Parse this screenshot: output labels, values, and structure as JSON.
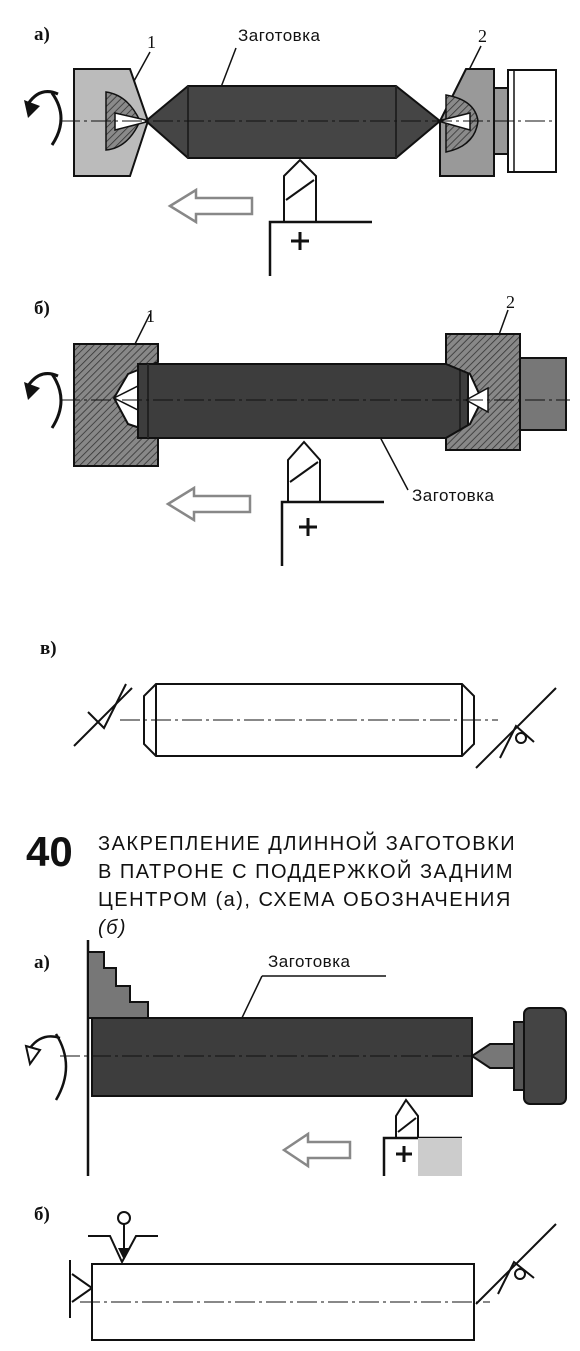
{
  "figure_39": {
    "a": {
      "label": "а)",
      "part1": "1",
      "part2": "2",
      "workpiece": "Заготовка"
    },
    "b": {
      "label": "б)",
      "part1": "1",
      "part2": "2",
      "workpiece": "Заготовка"
    },
    "v": {
      "label": "в)"
    }
  },
  "figure_40": {
    "number": "40",
    "caption_lines": [
      "ЗАКРЕПЛЕНИЕ ДЛИННОЙ ЗАГОТОВКИ",
      "В ПАТРОНЕ С ПОДДЕРЖКОЙ ЗАДНИМ",
      "ЦЕНТРОМ (а), СХЕМА ОБОЗНАЧЕНИЯ",
      "(б)"
    ],
    "a": {
      "label": "а)",
      "workpiece": "Заготовка"
    },
    "b": {
      "label": "б)"
    }
  }
}
